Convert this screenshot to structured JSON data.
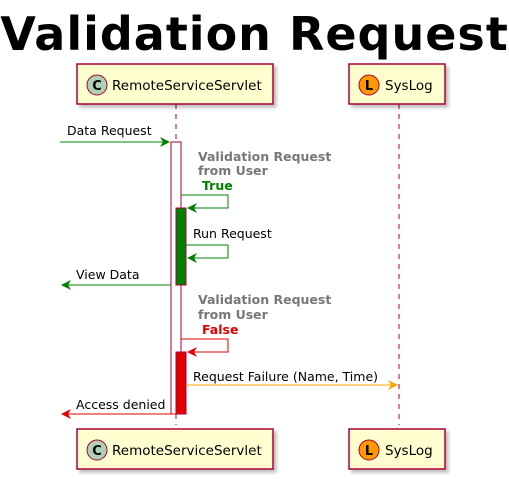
{
  "title": "Validation Request",
  "participants": {
    "servlet": {
      "name": "RemoteServiceServlet",
      "glyph": "C",
      "glyph_color": "#ADD1B2"
    },
    "syslog": {
      "name": "SysLog",
      "glyph": "L",
      "glyph_color": "#FF9900"
    }
  },
  "messages": {
    "data_request": "Data Request",
    "validation_1_line1": "Validation Request",
    "validation_1_line2": "from User",
    "validation_1_result": "True",
    "run_request": "Run Request",
    "view_data": "View Data",
    "validation_2_line1": "Validation Request",
    "validation_2_line2": "from User",
    "validation_2_result": "False",
    "request_failure": "Request Failure (Name, Time)",
    "access_denied": "Access denied"
  },
  "colors": {
    "success": "#008000",
    "failure": "#E00000",
    "syslog_arrow": "#FFA500",
    "participant_fill": "#FEFECE",
    "participant_border": "#A80036",
    "lifeline": "#A80036"
  }
}
